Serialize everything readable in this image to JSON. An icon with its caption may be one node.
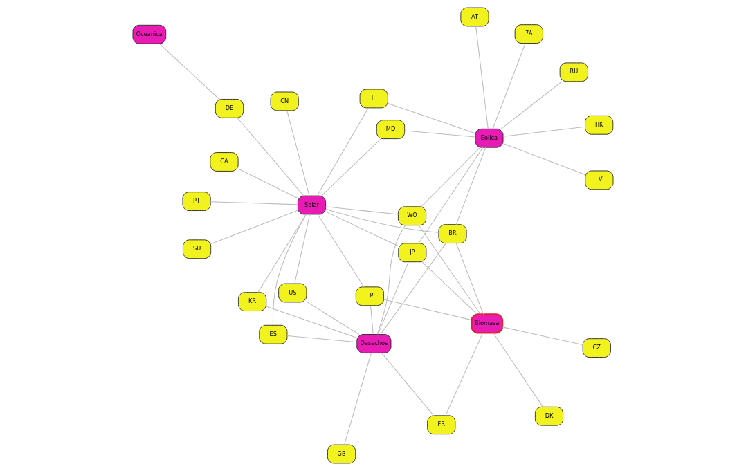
{
  "diagram": {
    "nodes": [
      {
        "text": [
          "GB"
        ]
      },
      {
        "text": [
          "DK"
        ]
      },
      {
        "text": [
          "ES"
        ]
      },
      {
        "text": [
          "CA"
        ]
      },
      {
        "text": [
          "US"
        ]
      },
      {
        "text": [
          "PT"
        ]
      },
      {
        "text": [
          "KR"
        ]
      },
      {
        "text": [
          "Desechos"
        ]
      },
      {
        "text": [
          "FR"
        ]
      },
      {
        "text": [
          "EP"
        ]
      },
      {
        "text": [
          "SU"
        ]
      },
      {
        "text": [
          "Biomasa"
        ]
      },
      {
        "text": [
          "Solar"
        ]
      },
      {
        "text": [
          "CZ"
        ]
      },
      {
        "text": [
          "CN"
        ]
      },
      {
        "text": [
          "JP"
        ]
      },
      {
        "text": [
          "BR"
        ]
      },
      {
        "text": [
          "WO"
        ]
      },
      {
        "text": [
          "DE"
        ]
      },
      {
        "text": [
          "IL"
        ]
      },
      {
        "text": [
          "MD"
        ]
      },
      {
        "text": [
          "Eolica"
        ]
      },
      {
        "text": [
          "RU"
        ]
      },
      {
        "text": [
          "Oceanica"
        ]
      },
      {
        "text": [
          "7A"
        ]
      },
      {
        "text": [
          "LV"
        ]
      },
      {
        "text": [
          "HK"
        ]
      },
      {
        "text": [
          "AT"
        ]
      }
    ],
    "edges": [
      {
        "from": 0,
        "to": 7,
        "arrow": "none"
      },
      {
        "from": 1,
        "to": 11,
        "arrow": "none"
      },
      {
        "from": 8,
        "to": 7,
        "arrow": "none"
      },
      {
        "from": 8,
        "to": 11,
        "arrow": "none"
      },
      {
        "from": 13,
        "to": 11,
        "arrow": "none"
      },
      {
        "from": 4,
        "to": 7,
        "arrow": "none"
      },
      {
        "from": 4,
        "to": 12,
        "arrow": "none"
      },
      {
        "from": 2,
        "to": 7,
        "arrow": "none"
      },
      {
        "from": 2,
        "to": 12,
        "arrow": "none"
      },
      {
        "from": 6,
        "to": 7,
        "arrow": "none"
      },
      {
        "from": 6,
        "to": 12,
        "arrow": "none"
      },
      {
        "from": 9,
        "to": 7,
        "arrow": "none"
      },
      {
        "from": 9,
        "to": 11,
        "arrow": "none"
      },
      {
        "from": 9,
        "to": 12,
        "arrow": "none"
      },
      {
        "from": 15,
        "to": 11,
        "arrow": "none"
      },
      {
        "from": 15,
        "to": 7,
        "arrow": "none"
      },
      {
        "from": 15,
        "to": 12,
        "arrow": "none"
      },
      {
        "from": 15,
        "to": 21,
        "arrow": "none"
      },
      {
        "from": 16,
        "to": 7,
        "arrow": "none"
      },
      {
        "from": 16,
        "to": 11,
        "arrow": "none"
      },
      {
        "from": 16,
        "to": 12,
        "arrow": "none"
      },
      {
        "from": 16,
        "to": 21,
        "arrow": "none"
      },
      {
        "from": 17,
        "to": 7,
        "arrow": "none"
      },
      {
        "from": 17,
        "to": 11,
        "arrow": "none"
      },
      {
        "from": 17,
        "to": 12,
        "arrow": "none"
      },
      {
        "from": 17,
        "to": 21,
        "arrow": "none"
      },
      {
        "from": 19,
        "to": 12,
        "arrow": "none"
      },
      {
        "from": 19,
        "to": 21,
        "arrow": "none"
      },
      {
        "from": 20,
        "to": 12,
        "arrow": "none"
      },
      {
        "from": 20,
        "to": 21,
        "arrow": "none"
      },
      {
        "from": 3,
        "to": 12,
        "arrow": "none"
      },
      {
        "from": 5,
        "to": 12,
        "arrow": "none"
      },
      {
        "from": 10,
        "to": 12,
        "arrow": "none"
      },
      {
        "from": 14,
        "to": 12,
        "arrow": "none"
      },
      {
        "from": 18,
        "to": 12,
        "arrow": "none"
      },
      {
        "from": 18,
        "to": 23,
        "arrow": "none"
      },
      {
        "from": 22,
        "to": 21,
        "arrow": "none"
      },
      {
        "from": 25,
        "to": 21,
        "arrow": "none"
      },
      {
        "from": 26,
        "to": 21,
        "arrow": "none"
      },
      {
        "from": 27,
        "to": 21,
        "arrow": "none"
      },
      {
        "from": 24,
        "to": 21,
        "arrow": "none"
      }
    ]
  }
}
